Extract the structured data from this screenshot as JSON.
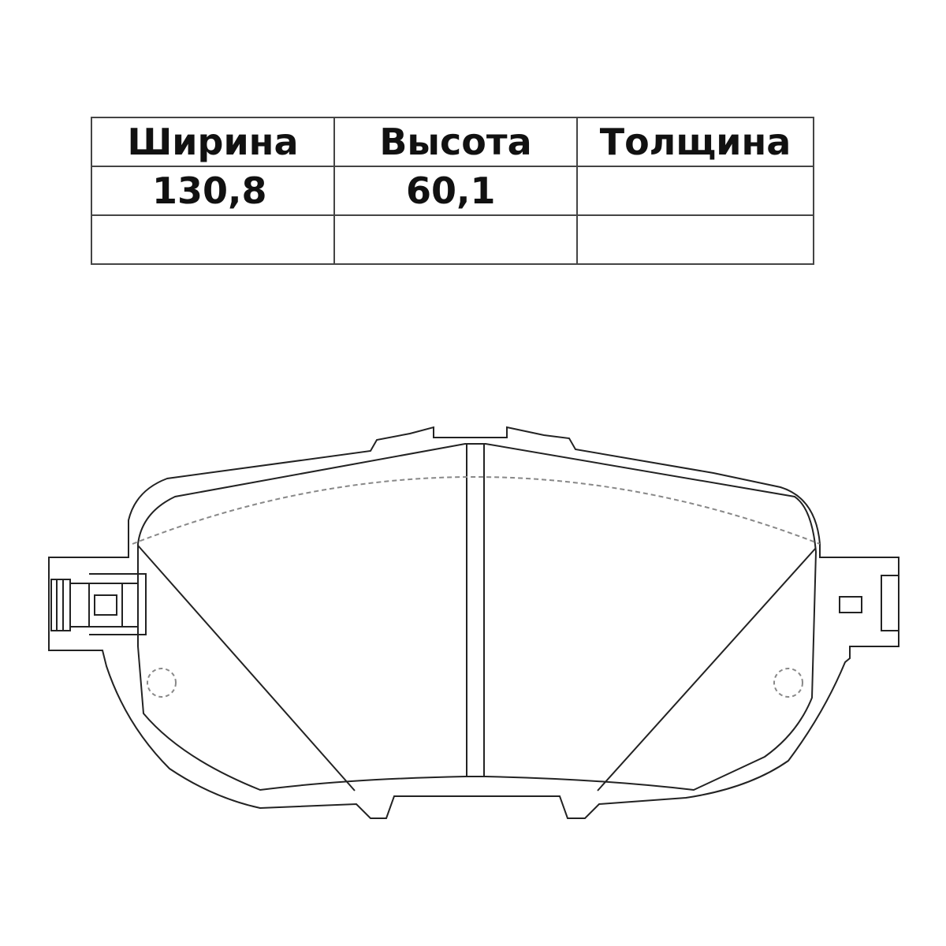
{
  "table": {
    "headers": [
      "Ширина",
      "Высота",
      "Толщина"
    ],
    "rows": [
      [
        "130,8",
        "60,1",
        ""
      ],
      [
        "",
        "",
        ""
      ]
    ]
  },
  "drawing": {
    "subject": "brake-pad",
    "line_color": "#222222",
    "dashed_color": "#888888"
  }
}
